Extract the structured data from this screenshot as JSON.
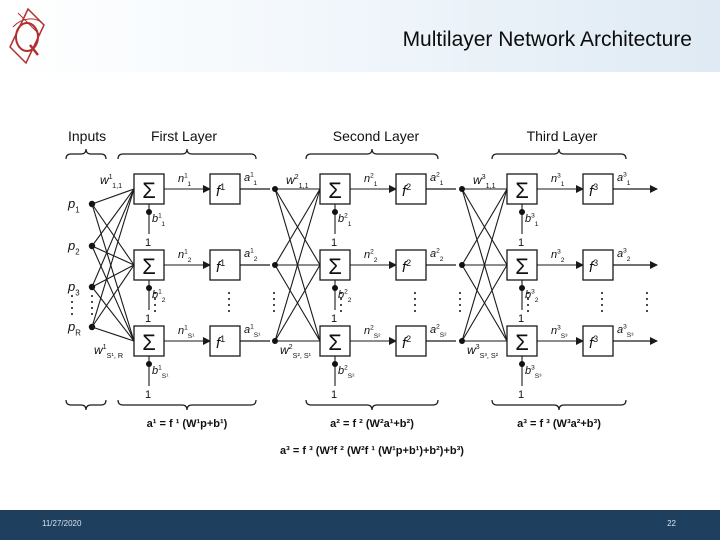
{
  "slide": {
    "title": "Multilayer Network Architecture",
    "date": "11/27/2020",
    "page": "22"
  },
  "diagram": {
    "inputs_label": "Inputs",
    "layer_labels": [
      "First Layer",
      "Second Layer",
      "Third Layer"
    ],
    "input_p": [
      "p",
      "p",
      "p",
      "p"
    ],
    "input_sub": [
      "1",
      "2",
      "3",
      "R"
    ],
    "sum_symbol": "Σ",
    "transfer_f": "f",
    "transfer_sup": [
      "1",
      "2",
      "3"
    ],
    "bias_one": "1",
    "weight_in": [
      "w",
      "w",
      "w"
    ],
    "weight_in_sup": [
      "1",
      "2",
      "3"
    ],
    "weight_in_sub": [
      "1,1",
      "1,1",
      "1,1"
    ],
    "weight_out": [
      "w",
      "w",
      "w"
    ],
    "weight_out_sup": [
      "1",
      "2",
      "3"
    ],
    "weight_out_sub": [
      "S¹, R",
      "S², S¹",
      "S³, S²"
    ],
    "net_n": "n",
    "out_a": "a",
    "bias_b": "b",
    "node_sup": [
      "1",
      "2",
      "3"
    ],
    "node_sub": [
      [
        "1",
        "2",
        "S¹"
      ],
      [
        "1",
        "2",
        "S²"
      ],
      [
        "1",
        "2",
        "S³"
      ]
    ],
    "ellipsis": "⋮",
    "layer_equations": [
      "a¹ = f ¹ (W¹p+b¹)",
      "a² = f ² (W²a¹+b²)",
      "a³ = f ³ (W³a²+b³)"
    ],
    "full_equation": "a³ = f ³ (W³f ² (W²f ¹ (W¹p+b¹)+b²)+b³)"
  },
  "colors": {
    "footer": "#1f3f5f",
    "logo": "#b03030",
    "line": "#1a1a1a"
  }
}
